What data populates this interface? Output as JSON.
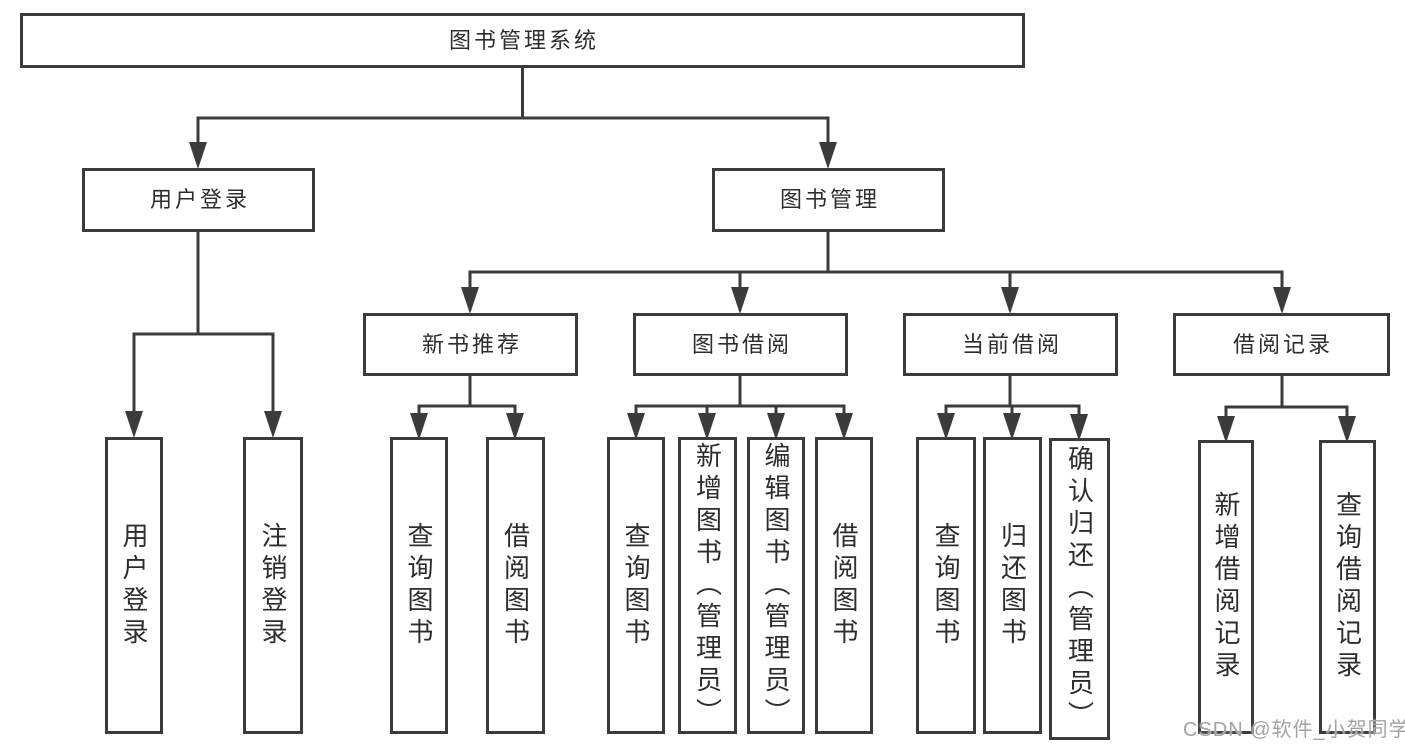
{
  "tree": {
    "root": {
      "label": "图书管理系统"
    },
    "branches": [
      {
        "label": "用户登录",
        "children": [
          {
            "label": "用户登录"
          },
          {
            "label": "注销登录"
          }
        ]
      },
      {
        "label": "图书管理",
        "children": [
          {
            "label": "新书推荐",
            "children": [
              {
                "label": "查询图书"
              },
              {
                "label": "借阅图书"
              }
            ]
          },
          {
            "label": "图书借阅",
            "children": [
              {
                "label": "查询图书"
              },
              {
                "label": "新增图书（管理员）"
              },
              {
                "label": "编辑图书（管理员）"
              },
              {
                "label": "借阅图书"
              }
            ]
          },
          {
            "label": "当前借阅",
            "children": [
              {
                "label": "查询图书"
              },
              {
                "label": "归还图书"
              },
              {
                "label": "确认归还（管理员）"
              }
            ]
          },
          {
            "label": "借阅记录",
            "children": [
              {
                "label": "新增借阅记录"
              },
              {
                "label": "查询借阅记录"
              }
            ]
          }
        ]
      }
    ]
  },
  "watermark": {
    "text": "CSDN @软件_小贺同学"
  },
  "colors": {
    "line": "#3b3b3b",
    "text": "#2d2d2d",
    "watermark": "#a3a3a3",
    "background": "#ffffff"
  }
}
